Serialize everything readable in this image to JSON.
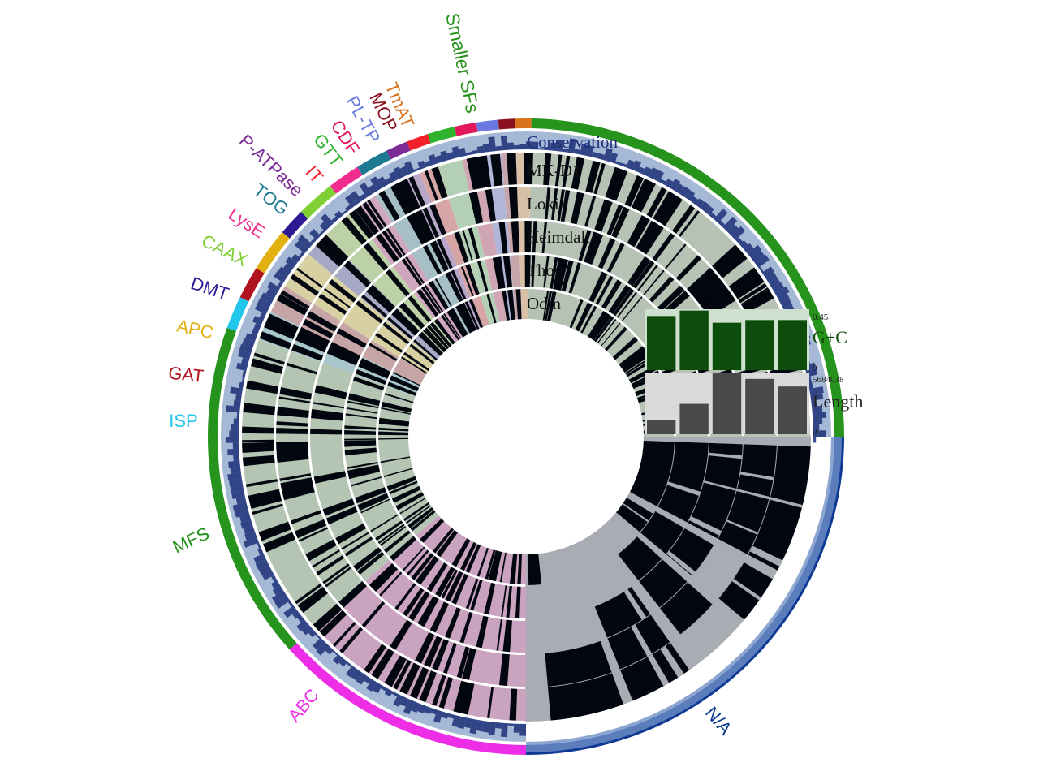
{
  "tracks": {
    "conservation_label": "Conservation",
    "layers": [
      "MK-D1",
      "Loki",
      "Heimdall",
      "Thor",
      "Odin"
    ]
  },
  "superfamilies": [
    {
      "label": "ABC",
      "color": "#ee2ee6"
    },
    {
      "label": "MFS",
      "color": "#26931c"
    },
    {
      "label": "ISP",
      "color": "#22c6ec"
    },
    {
      "label": "GAT",
      "color": "#b0121f"
    },
    {
      "label": "APC",
      "color": "#e2b010"
    },
    {
      "label": "DMT",
      "color": "#2b1a93"
    },
    {
      "label": "CAAX",
      "color": "#7fd035"
    },
    {
      "label": "LysE",
      "color": "#f02c8e"
    },
    {
      "label": "TOG",
      "color": "#1e7a91"
    },
    {
      "label": "P-ATPase",
      "color": "#7a2b96"
    },
    {
      "label": "IT",
      "color": "#f4202a"
    },
    {
      "label": "GTT",
      "color": "#2fb32f"
    },
    {
      "label": "CDF",
      "color": "#e3185c"
    },
    {
      "label": "PL-TP",
      "color": "#6a79df"
    },
    {
      "label": "MOP",
      "color": "#8b1020"
    },
    {
      "label": "TmAT",
      "color": "#d8731c"
    },
    {
      "label": "Smaller SFs",
      "color": "#26931c"
    },
    {
      "label": "N/A",
      "color": "#0e3a93"
    }
  ],
  "bar_charts": {
    "gc": {
      "label": "G+C",
      "max_label": "0.45",
      "min_label": "0",
      "values": [
        0.4,
        0.44,
        0.35,
        0.37,
        0.37
      ],
      "max": 0.45
    },
    "length": {
      "label": "Length",
      "max_label": "5684038",
      "min_label": "0",
      "values": [
        1300000,
        2800000,
        5684038,
        5100000,
        4400000
      ],
      "max": 5684038
    }
  },
  "colors": {
    "conservation_text": "#1c2f78",
    "gc_bar": "#0c4d0c",
    "gc_bg": "#cfe0cf",
    "length_bar": "#4a4a4a",
    "length_bg": "#dadada",
    "presence": "#02060f"
  }
}
